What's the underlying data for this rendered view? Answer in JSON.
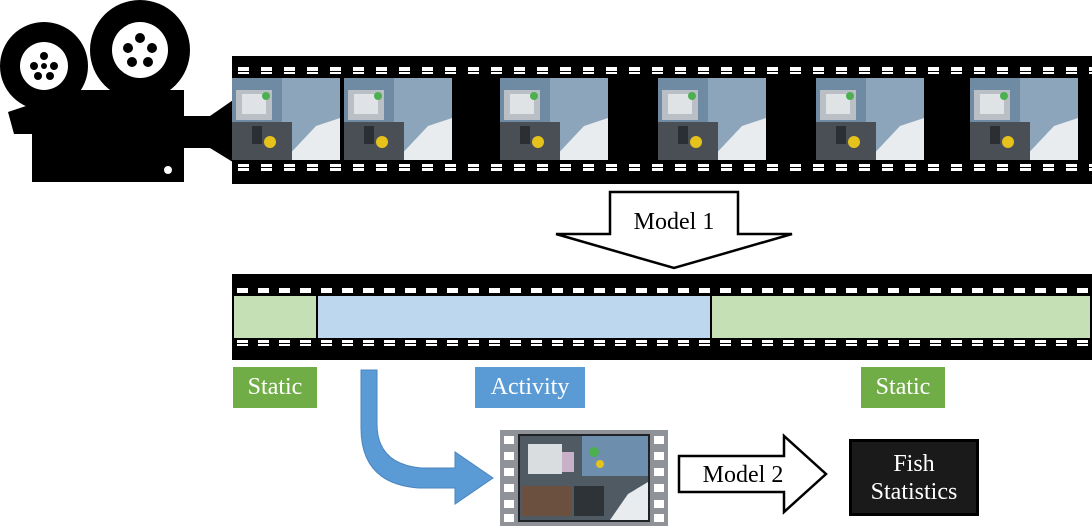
{
  "model1": {
    "label": "Model 1"
  },
  "model2": {
    "label": "Model 2"
  },
  "segments": {
    "static_left": {
      "label": "Static",
      "color": "#70AD47",
      "fill": "#C5E0B4"
    },
    "activity": {
      "label": "Activity",
      "color": "#5B9BD5",
      "fill": "#BDD7EE"
    },
    "static_right": {
      "label": "Static",
      "color": "#70AD47",
      "fill": "#C5E0B4"
    }
  },
  "output": {
    "line1": "Fish",
    "line2": "Statistics"
  },
  "colors": {
    "film": "#000000",
    "clip_arrow": "#5B9BD5",
    "deck": "#cfd4d9",
    "sea": "#5f7e9a",
    "hull": "#e9ecef"
  },
  "icons": [
    "video-camera-icon",
    "film-strip-icon",
    "down-arrow-icon",
    "curved-arrow-icon",
    "right-arrow-icon"
  ]
}
